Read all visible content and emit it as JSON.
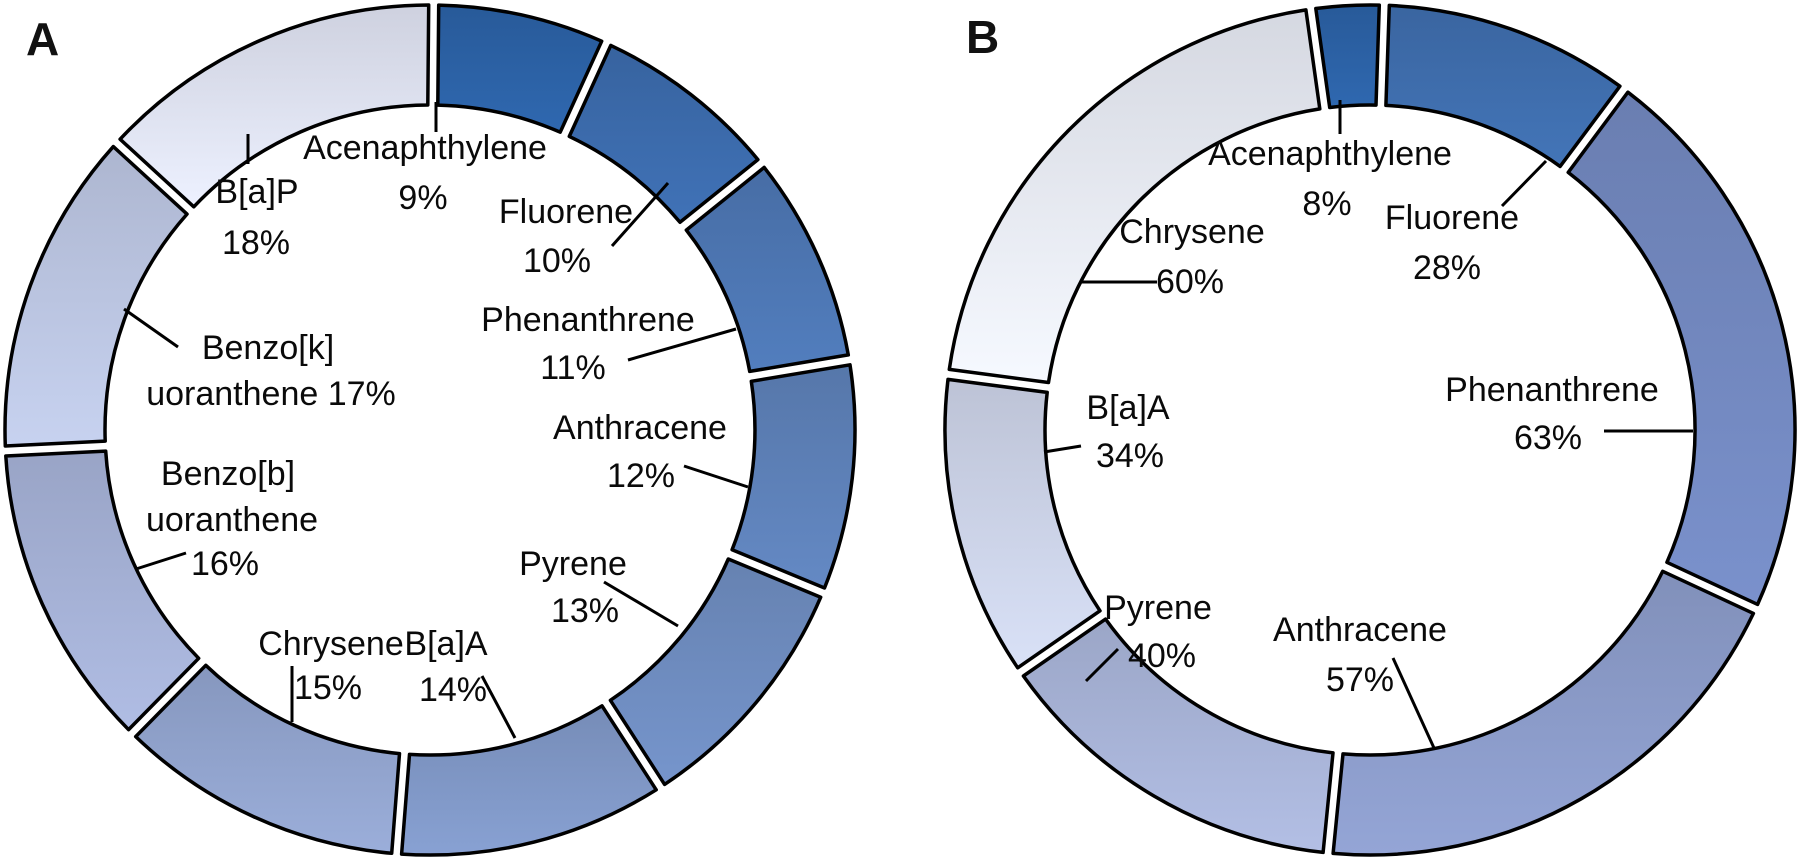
{
  "figure": {
    "description": "Two donut (ring) charts of PAH compound percentages",
    "stroke_color": "#000000",
    "background_color": "#ffffff"
  },
  "panels": [
    {
      "panel_label": "A",
      "slices": [
        {
          "name": "Acenaphthylene",
          "value": 9,
          "pct_label": "9%",
          "color": "#2c62a6",
          "label_lines": [
            "Acenaphthylene",
            "9%"
          ]
        },
        {
          "name": "Fluorene",
          "value": 10,
          "pct_label": "10%",
          "color": "#3c6cad",
          "label_lines": [
            "Fluorene",
            "10%"
          ]
        },
        {
          "name": "Phenanthrene",
          "value": 11,
          "pct_label": "11%",
          "color": "#4d77b3",
          "label_lines": [
            "Phenanthrene",
            "11%"
          ]
        },
        {
          "name": "Anthracene",
          "value": 12,
          "pct_label": "12%",
          "color": "#5e81b9",
          "label_lines": [
            "Anthracene",
            "12%"
          ]
        },
        {
          "name": "Pyrene",
          "value": 13,
          "pct_label": "13%",
          "color": "#6f8dc0",
          "label_lines": [
            "Pyrene",
            "13%"
          ]
        },
        {
          "name": "B[a]A",
          "value": 14,
          "pct_label": "14%",
          "color": "#8098c7",
          "label_lines": [
            "B[a]A",
            "14%"
          ]
        },
        {
          "name": "Chrysene",
          "value": 15,
          "pct_label": "15%",
          "color": "#92a4ce",
          "label_lines": [
            "Chrysene",
            "15%"
          ]
        },
        {
          "name": "Benzo[b]uoranthene",
          "value": 16,
          "pct_label": "16%",
          "color": "#a6b2d7",
          "label_lines": [
            "Benzo[b]",
            "uoranthene",
            "16%"
          ]
        },
        {
          "name": "Benzo[k]uoranthene",
          "value": 17,
          "pct_label": "17%",
          "color": "#bcc6e2",
          "label_lines": [
            "Benzo[k]",
            "uoranthene 17%"
          ]
        },
        {
          "name": "B[a]P",
          "value": 18,
          "pct_label": "18%",
          "color": "#e0e3f2",
          "label_lines": [
            "B[a]P",
            "18%"
          ]
        }
      ]
    },
    {
      "panel_label": "B",
      "slices": [
        {
          "name": "Acenaphthylene",
          "value": 8,
          "pct_label": "8%",
          "color": "#2c62a6",
          "label_lines": [
            "Acenaphthylene",
            "8%"
          ]
        },
        {
          "name": "Fluorene",
          "value": 28,
          "pct_label": "28%",
          "color": "#3f6eae",
          "label_lines": [
            "Fluorene",
            "28%"
          ]
        },
        {
          "name": "Phenanthrene",
          "value": 63,
          "pct_label": "63%",
          "color": "#7389c0",
          "label_lines": [
            "Phenanthrene",
            "63%"
          ]
        },
        {
          "name": "Anthracene",
          "value": 57,
          "pct_label": "57%",
          "color": "#8c9cca",
          "label_lines": [
            "Anthracene",
            "57%"
          ]
        },
        {
          "name": "Pyrene",
          "value": 40,
          "pct_label": "40%",
          "color": "#a9b4d8",
          "label_lines": [
            "Pyrene",
            "40%"
          ]
        },
        {
          "name": "B[a]A",
          "value": 34,
          "pct_label": "34%",
          "color": "#cdd4e9",
          "label_lines": [
            "B[a]A",
            "34%"
          ]
        },
        {
          "name": "Chrysene",
          "value": 60,
          "pct_label": "60%",
          "color": "#e8ebf5",
          "label_lines": [
            "Chrysene",
            "60%"
          ]
        }
      ]
    }
  ],
  "chart_data": [
    {
      "type": "pie",
      "subtype": "donut",
      "panel": "A",
      "categories": [
        "Acenaphthylene",
        "Fluorene",
        "Phenanthrene",
        "Anthracene",
        "Pyrene",
        "B[a]A",
        "Chrysene",
        "Benzo[b]uoranthene",
        "Benzo[k]uoranthene",
        "B[a]P"
      ],
      "values": [
        9,
        10,
        11,
        12,
        13,
        14,
        15,
        16,
        17,
        18
      ],
      "unit": "%",
      "data_labels": [
        "Acenaphthylene 9%",
        "Fluorene 10%",
        "Phenanthrene 11%",
        "Anthracene 12%",
        "Pyrene 13%",
        "B[a]A 14%",
        "Chrysene 15%",
        "Benzo[b]uoranthene 16%",
        "Benzo[k]uoranthene 17%",
        "B[a]P 18%"
      ],
      "colors": [
        "#2c62a6",
        "#3c6cad",
        "#4d77b3",
        "#5e81b9",
        "#6f8dc0",
        "#8098c7",
        "#92a4ce",
        "#a6b2d7",
        "#bcc6e2",
        "#e0e3f2"
      ],
      "start_angle_deg": 0.5,
      "direction": "clockwise",
      "slice_angle_rule": "proportional to value / sum(values)",
      "legend": "none; labels inside donut hole with leader lines",
      "title": ""
    },
    {
      "type": "pie",
      "subtype": "donut",
      "panel": "B",
      "categories": [
        "Acenaphthylene",
        "Fluorene",
        "Phenanthrene",
        "Anthracene",
        "Pyrene",
        "B[a]A",
        "Chrysene"
      ],
      "values": [
        8,
        28,
        63,
        57,
        40,
        34,
        60
      ],
      "unit": "%",
      "data_labels": [
        "Acenaphthylene 8%",
        "Fluorene 28%",
        "Phenanthrene 63%",
        "Anthracene 57%",
        "Pyrene 40%",
        "B[a]A 34%",
        "Chrysene 60%"
      ],
      "colors": [
        "#2c62a6",
        "#3f6eae",
        "#7389c0",
        "#8c9cca",
        "#a9b4d8",
        "#cdd4e9",
        "#e8ebf5"
      ],
      "start_angle_deg": -8,
      "direction": "clockwise",
      "slice_angle_rule": "proportional to value / sum(values)",
      "legend": "none; labels inside donut hole with leader lines",
      "title": ""
    }
  ]
}
